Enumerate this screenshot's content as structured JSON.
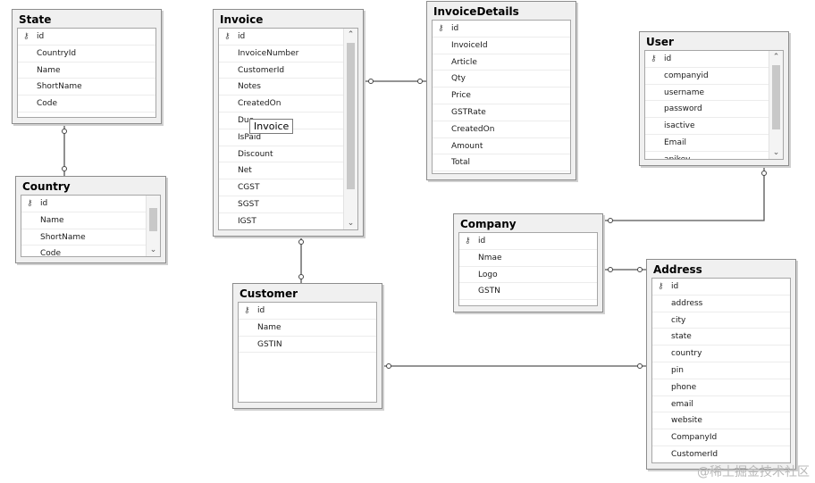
{
  "tables": {
    "state": {
      "title": "State",
      "fields": [
        "id",
        "CountryId",
        "Name",
        "ShortName",
        "Code"
      ]
    },
    "country": {
      "title": "Country",
      "fields": [
        "id",
        "Name",
        "ShortName",
        "Code"
      ]
    },
    "invoice": {
      "title": "Invoice",
      "fields": [
        "id",
        "InvoiceNumber",
        "CustomerId",
        "Notes",
        "CreatedOn",
        "Due",
        "IsPaid",
        "Discount",
        "Net",
        "CGST",
        "SGST",
        "IGST"
      ]
    },
    "invoicedetails": {
      "title": "InvoiceDetails",
      "fields": [
        "id",
        "InvoiceId",
        "Article",
        "Qty",
        "Price",
        "GSTRate",
        "CreatedOn",
        "Amount",
        "Total"
      ]
    },
    "user": {
      "title": "User",
      "fields": [
        "id",
        "companyid",
        "username",
        "password",
        "isactive",
        "Email",
        "apikey"
      ]
    },
    "company": {
      "title": "Company",
      "fields": [
        "id",
        "Nmae",
        "Logo",
        "GSTN"
      ]
    },
    "customer": {
      "title": "Customer",
      "fields": [
        "id",
        "Name",
        "GSTIN"
      ]
    },
    "address": {
      "title": "Address",
      "fields": [
        "id",
        "address",
        "city",
        "state",
        "country",
        "pin",
        "phone",
        "email",
        "website",
        "CompanyId",
        "CustomerId"
      ]
    }
  },
  "tooltip": "Invoice",
  "watermark": "@稀土掘金技术社区",
  "icons": {
    "primary_key": "key-icon",
    "scroll_up": "chevron-up-icon",
    "scroll_down": "chevron-down-icon",
    "relationship_end": "relationship-endpoint-icon"
  }
}
